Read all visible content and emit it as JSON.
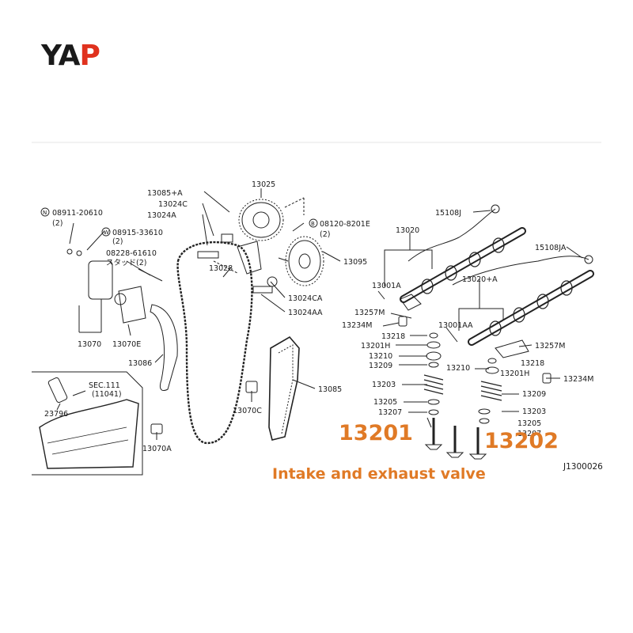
{
  "brand": {
    "letters": [
      "Y",
      "A",
      "P"
    ],
    "accent": "#e0321e"
  },
  "callout_color": "#e07a26",
  "parts": {
    "p13025": "13025",
    "p13085A": "13085+A",
    "p13024C": "13024C",
    "p13024A": "13024A",
    "p08911": "08911-20610",
    "p08911q": "(2)",
    "p08915": "08915-33610",
    "p08915q": "(2)",
    "p08228": "08228-61610",
    "p08228q": "スタッド(2)",
    "p08120": "08120-8201E",
    "p08120q": "(2)",
    "p13095": "13095",
    "p13028": "13028",
    "p13024CA": "13024CA",
    "p13024AA": "13024AA",
    "p13070": "13070",
    "p13070E": "13070E",
    "p13086": "13086",
    "p13085": "13085",
    "p13070C": "13070C",
    "p13070A": "13070A",
    "p23796": "23796",
    "sec": "SEC.111",
    "sec_sub": "(11041)",
    "p13020": "13020",
    "p15108J": "15108J",
    "p15108JA": "15108JA",
    "p13001A": "13001A",
    "p13020A": "13020+A",
    "p13257M_a": "13257M",
    "p13234M_a": "13234M",
    "p13001AA": "13001AA",
    "p13218_a": "13218",
    "p13201H_a": "13201H",
    "p13210_a": "13210",
    "p13209_a": "13209",
    "p13203_a": "13203",
    "p13205_a": "13205",
    "p13207_a": "13207",
    "p13257M_b": "13257M",
    "p13218_b": "13218",
    "p13210_b": "13210",
    "p13201H_b": "13201H",
    "p13234M_b": "13234M",
    "p13209_b": "13209",
    "p13203_b": "13203",
    "p13205_b": "13205",
    "p13207_b": "13207"
  },
  "callouts": {
    "intake": "13201",
    "exhaust": "13202",
    "caption": "Intake and exhaust valve"
  },
  "ref_code": "J1300026"
}
